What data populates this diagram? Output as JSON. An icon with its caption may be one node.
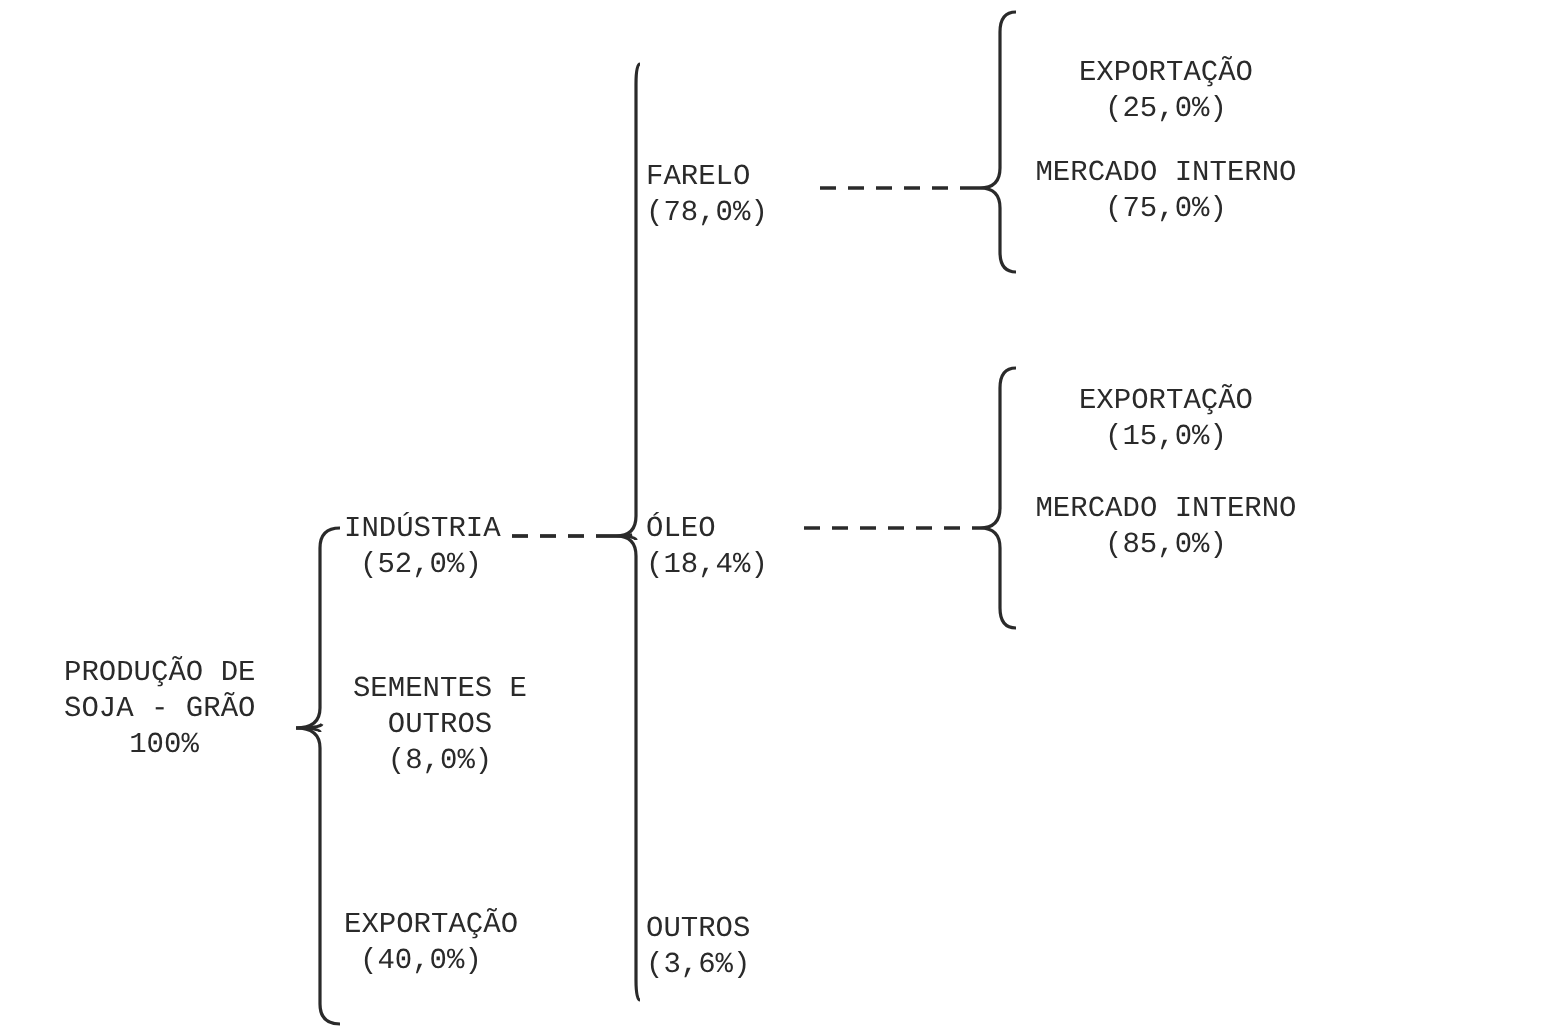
{
  "diagram": {
    "nodes": [
      {
        "text": [
          "PRODUÇÃO DE SOJA - GRÃO",
          "100%"
        ]
      },
      {
        "text": [
          "INDÚSTRIA",
          "(52,0%)"
        ]
      },
      {
        "text": [
          "SEMENTES E OUTROS",
          "(8,0%)"
        ]
      },
      {
        "text": [
          "EXPORTAÇÃO",
          "(40,0%)"
        ]
      },
      {
        "text": [
          "FARELO",
          "(78,0%)"
        ]
      },
      {
        "text": [
          "ÓLEO",
          "(18,4%)"
        ]
      },
      {
        "text": [
          "OUTROS",
          "(3,6%)"
        ]
      },
      {
        "text": [
          "EXPORTAÇÃO",
          "(25,0%)"
        ]
      },
      {
        "text": [
          "MERCADO INTERNO",
          "(75,0%)"
        ]
      },
      {
        "text": [
          "EXPORTAÇÃO",
          "(15,0%)"
        ]
      },
      {
        "text": [
          "MERCADO INTERNO",
          "(85,0%)"
        ]
      }
    ],
    "edges": [
      {
        "from": 0,
        "to": 1,
        "arrow": "none"
      },
      {
        "from": 0,
        "to": 2,
        "arrow": "none"
      },
      {
        "from": 0,
        "to": 3,
        "arrow": "none"
      },
      {
        "from": 1,
        "to": 4,
        "arrow": "none",
        "style": "dashed"
      },
      {
        "from": 1,
        "to": 5,
        "arrow": "none",
        "style": "dashed"
      },
      {
        "from": 1,
        "to": 6,
        "arrow": "none",
        "style": "dashed"
      },
      {
        "from": 4,
        "to": 7,
        "arrow": "none",
        "style": "dashed"
      },
      {
        "from": 4,
        "to": 8,
        "arrow": "none",
        "style": "dashed"
      },
      {
        "from": 5,
        "to": 9,
        "arrow": "none",
        "style": "dashed"
      },
      {
        "from": 5,
        "to": 10,
        "arrow": "none",
        "style": "dashed"
      }
    ]
  }
}
